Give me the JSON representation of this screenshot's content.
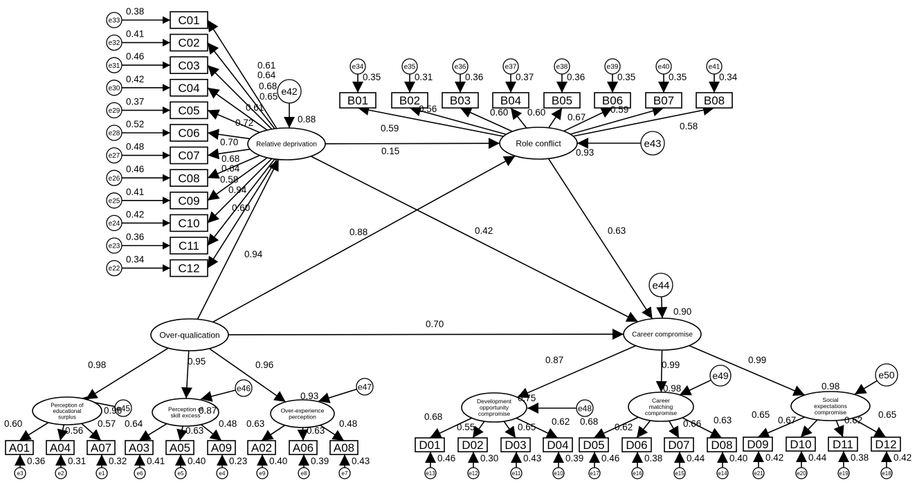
{
  "latent": {
    "rd": "Relative deprivation",
    "rc": "Role conflict",
    "oq": "Over-qualication",
    "cc": "Career compromise",
    "pes": [
      "Perception of",
      "educational",
      "surplus"
    ],
    "pse": [
      "Perception of",
      "skill excess"
    ],
    "oep": [
      "Over-experience",
      "perception"
    ],
    "doc": [
      "Development",
      "opportunity",
      "compromise"
    ],
    "cmc": [
      "Career",
      "matching",
      "compromise"
    ],
    "sec": [
      "Social",
      "expectations",
      "compromise"
    ]
  },
  "c_items": {
    "labels": [
      "C01",
      "C02",
      "C03",
      "C04",
      "C05",
      "C06",
      "C07",
      "C08",
      "C09",
      "C10",
      "C11",
      "C12"
    ],
    "errors": [
      "e33",
      "e32",
      "e31",
      "e30",
      "e29",
      "e28",
      "e27",
      "e26",
      "e25",
      "e24",
      "e23",
      "e22"
    ],
    "r2": [
      "0.38",
      "0.41",
      "0.46",
      "0.42",
      "0.37",
      "0.52",
      "0.48",
      "0.46",
      "0.41",
      "0.42",
      "0.36",
      "0.34"
    ],
    "loadings": [
      "0.61",
      "0.64",
      "0.68",
      "0.65",
      "0.61",
      "0.72",
      "0.70",
      "0.68",
      "0.64",
      "0.58",
      "0.94",
      "0.60"
    ]
  },
  "b_items": {
    "labels": [
      "B01",
      "B02",
      "B03",
      "B04",
      "B05",
      "B06",
      "B07",
      "B08"
    ],
    "errors": [
      "e34",
      "e35",
      "e36",
      "e37",
      "e38",
      "e39",
      "e40",
      "e41"
    ],
    "r2": [
      "0.35",
      "0.31",
      "0.36",
      "0.37",
      "0.36",
      "0.35",
      "0.35",
      "0.34"
    ],
    "loadings": [
      "0.59",
      "0.56",
      "0.60",
      "0.60",
      "0.67",
      "0.59",
      "0.58"
    ]
  },
  "a_items": {
    "labels": [
      "A01",
      "A04",
      "A07",
      "A03",
      "A05",
      "A09",
      "A02",
      "A06",
      "A08"
    ],
    "errors": [
      "e3",
      "e2",
      "e1",
      "e6",
      "e5",
      "e4",
      "e9",
      "e8",
      "e7"
    ],
    "r2": [
      "0.36",
      "0.31",
      "0.32",
      "0.41",
      "0.40",
      "0.23",
      "0.40",
      "0.39",
      "0.43"
    ],
    "loadings": [
      "0.60",
      "0.56",
      "0.57",
      "0.64",
      "0.63",
      "0.48",
      "0.63",
      "0.63",
      "0.48"
    ]
  },
  "d_items": {
    "labels": [
      "D01",
      "D02",
      "D03",
      "D04",
      "D05",
      "D06",
      "D07",
      "D08",
      "D09",
      "D10",
      "D11",
      "D12"
    ],
    "errors": [
      "e13",
      "e12",
      "e11",
      "e10",
      "e17",
      "e16",
      "e15",
      "e14",
      "e21",
      "e20",
      "e19",
      "e18"
    ],
    "r2": [
      "0.46",
      "0.30",
      "0.43",
      "0.39",
      "0.46",
      "0.38",
      "0.44",
      "0.40",
      "0.42",
      "0.44",
      "0.38",
      "0.42"
    ],
    "loadings": [
      "0.68",
      "0.55",
      "0.65",
      "0.62",
      "0.68",
      "0.62",
      "0.66",
      "0.63",
      "0.65",
      "0.67",
      "0.62",
      "0.65"
    ]
  },
  "disturbances": {
    "e42": "e42",
    "e43": "e43",
    "e44": "e44",
    "e45": "e45",
    "e46": "e46",
    "e47": "e47",
    "e48": "e48",
    "e49": "e49",
    "e50": "e50"
  },
  "paths": {
    "rd_rc": "0.15",
    "rd_cc": "0.42",
    "rc_cc": "0.63",
    "oq_rd": "0.94",
    "oq_rc": "0.88",
    "oq_cc": "0.70",
    "oq_pes": "0.98",
    "oq_pse": "0.95",
    "oq_oep": "0.96",
    "cc_doc": "0.87",
    "cc_cmc": "0.99",
    "cc_sec": "0.99"
  },
  "r2_latent": {
    "rd": "0.88",
    "rc": "0.93",
    "cc": "0.90",
    "pes": "0.96",
    "pse": "0.87",
    "oep": "0.93",
    "doc": "0.75",
    "cmc": "0.98",
    "sec": "0.98"
  }
}
